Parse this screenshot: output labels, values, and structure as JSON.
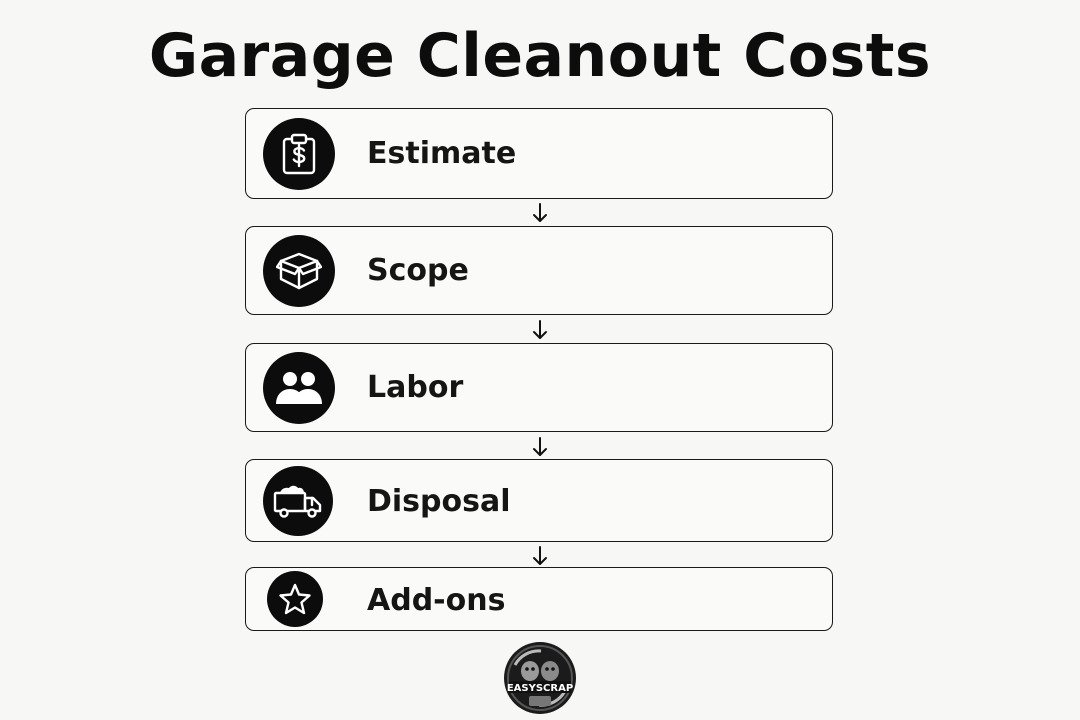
{
  "title": "Garage Cleanout Costs",
  "steps": [
    {
      "label": "Estimate",
      "icon": "clipboard-dollar-icon"
    },
    {
      "label": "Scope",
      "icon": "open-box-icon"
    },
    {
      "label": "Labor",
      "icon": "people-icon"
    },
    {
      "label": "Disposal",
      "icon": "dump-truck-icon"
    },
    {
      "label": "Add-ons",
      "icon": "star-icon"
    }
  ],
  "connector_icon": "arrow-down-icon",
  "logo": {
    "icon": "easyscrap-logo-icon",
    "text": "EASYSCRAP"
  },
  "colors": {
    "background": "#f7f7f5",
    "icon_fill": "#0c0c0c",
    "border": "#1a1a1a"
  }
}
